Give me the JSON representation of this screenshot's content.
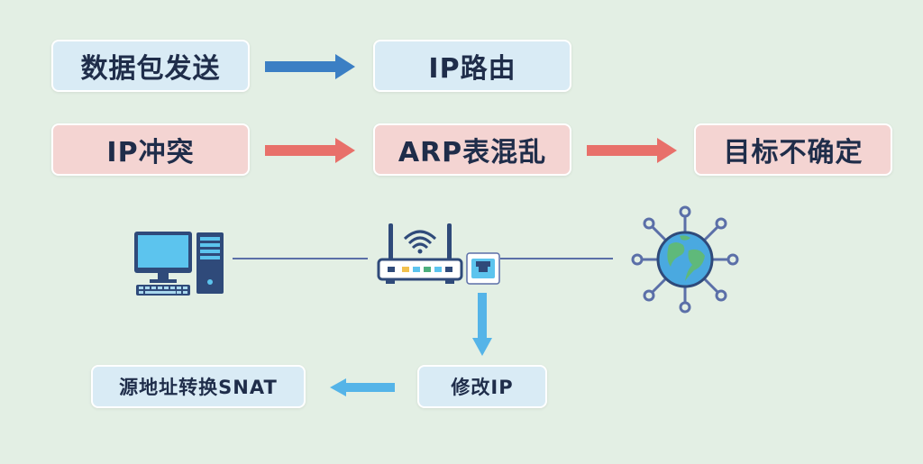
{
  "row1": {
    "step1": "数据包发送",
    "step2": "IP路由"
  },
  "row2": {
    "step1": "IP冲突",
    "step2": "ARP表混乱",
    "step3": "目标不确定"
  },
  "row3": {
    "modify": "修改IP",
    "snat": "源地址转换SNAT"
  },
  "colors": {
    "background": "#e3efe4",
    "blue_box": "#d9ebf5",
    "pink_box": "#f4d4d2",
    "blue_arrow": "#3b7fc4",
    "red_arrow": "#e8706a",
    "light_blue_arrow": "#55b4e8",
    "line": "#5b6fa8"
  },
  "icons": [
    "desktop-computer-icon",
    "wifi-router-icon",
    "ethernet-port-icon",
    "globe-network-icon"
  ]
}
